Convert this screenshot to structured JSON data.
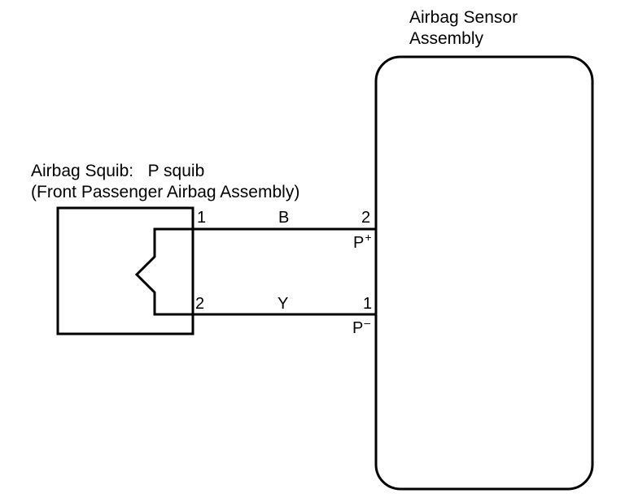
{
  "sensor": {
    "title_line1": "Airbag Sensor",
    "title_line2": "Assembly",
    "terminal_plus": "P",
    "terminal_plus_sign": "+",
    "terminal_minus": "P",
    "terminal_minus_sign": "–"
  },
  "squib": {
    "title_line1": "Airbag Squib:   P squib",
    "title_line2": "(Front Passenger Airbag Assembly)"
  },
  "wires": [
    {
      "color_code": "B",
      "squib_pin": "1",
      "sensor_pin": "2"
    },
    {
      "color_code": "Y",
      "squib_pin": "2",
      "sensor_pin": "1"
    }
  ]
}
